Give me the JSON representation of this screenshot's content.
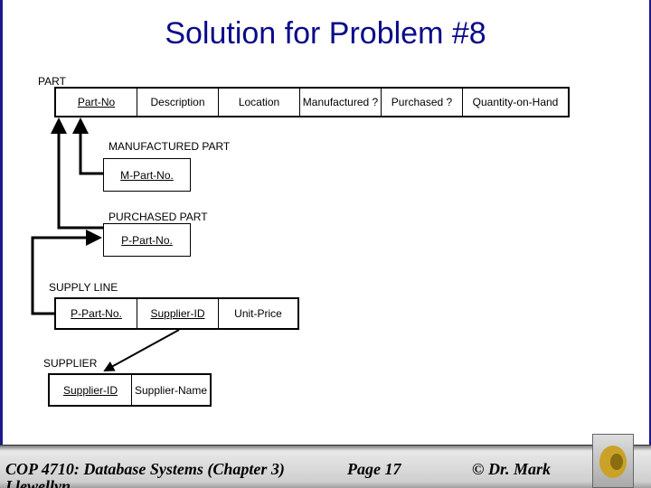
{
  "title": "Solution for Problem #8",
  "part": {
    "label": "PART",
    "columns": [
      {
        "name": "Part-No",
        "key": true
      },
      {
        "name": "Description",
        "key": false
      },
      {
        "name": "Location",
        "key": false
      },
      {
        "name": "Manufactured ?",
        "key": false
      },
      {
        "name": "Purchased ?",
        "key": false
      },
      {
        "name": "Quantity-on-Hand",
        "key": false
      }
    ]
  },
  "manufactured": {
    "label": "MANUFACTURED PART",
    "key": "M-Part-No."
  },
  "purchased": {
    "label": "PURCHASED PART",
    "key": "P-Part-No."
  },
  "supply_line": {
    "label": "SUPPLY LINE",
    "columns": [
      "P-Part-No.",
      "Supplier-ID",
      "Unit-Price"
    ]
  },
  "supplier": {
    "label": "SUPPLIER",
    "columns": [
      "Supplier-ID",
      "Supplier-Name"
    ]
  },
  "footer": {
    "course": "COP 4710: Database Systems  (Chapter 3)",
    "page": "Page 17",
    "author": "© Dr. Mark",
    "author_cont": "Llewellyn"
  },
  "colors": {
    "title": "#0a0a8a",
    "border": "#1a1a8c",
    "logo": "#c9a227"
  }
}
